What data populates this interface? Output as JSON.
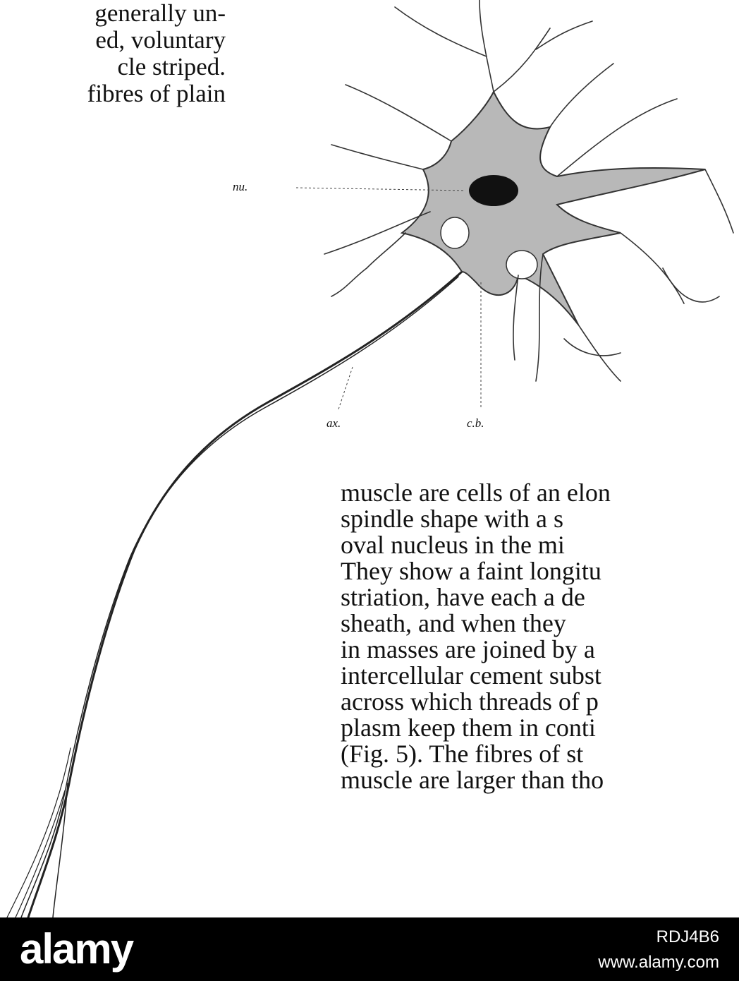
{
  "left_column_lines": [
    "generally un-",
    "ed, voluntary",
    "cle striped.",
    "fibres of plain"
  ],
  "figure_labels": {
    "nucleus": "nu.",
    "axon": "ax.",
    "cell_body": "c.b."
  },
  "body_lines": [
    "muscle are cells of an elon",
    "spindle shape with a s",
    "oval nucleus in the mi",
    "They show a faint longitu",
    "striation, have each a de",
    "sheath, and when they",
    "in masses are joined by a",
    "intercellular cement subst",
    "across which threads of p",
    "plasm keep them in conti",
    "(Fig. 5). The fibres of st",
    "muscle are larger than tho"
  ],
  "watermark": {
    "brand": "alamy",
    "image_id": "RDJ4B6",
    "url": "www.alamy.com"
  }
}
